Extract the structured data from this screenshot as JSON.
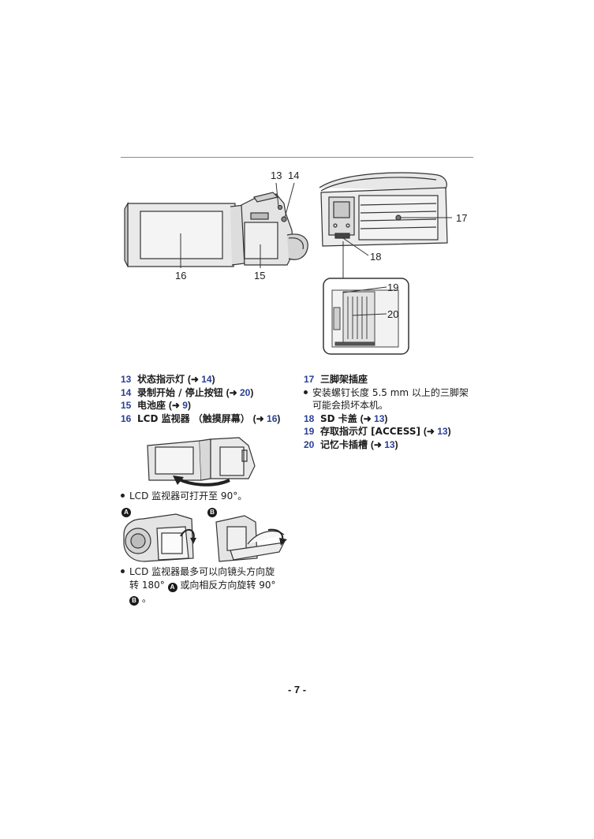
{
  "figure_labels": {
    "n13": "13",
    "n14": "14",
    "n15": "15",
    "n16": "16",
    "n17": "17",
    "n18": "18",
    "n19": "19",
    "n20": "20"
  },
  "parts_left": [
    {
      "num": "13",
      "text": "状态指示灯",
      "ref_num": "14"
    },
    {
      "num": "14",
      "text": "录制开始 / 停止按钮",
      "ref_num": "20"
    },
    {
      "num": "15",
      "text": "电池座",
      "ref_num": "9"
    },
    {
      "num": "16",
      "text": "LCD 监视器 （触摸屏幕）",
      "ref_num": "16"
    }
  ],
  "parts_right": {
    "item17": {
      "num": "17",
      "text": "三脚架插座"
    },
    "item17_note_line1": "安装螺钉长度 5.5 mm 以上的三脚架",
    "item17_note_line2": "可能会损坏本机。",
    "items": [
      {
        "num": "18",
        "text": "SD 卡盖",
        "ref_num": "13"
      },
      {
        "num": "19",
        "text": "存取指示灯 [ACCESS]",
        "ref_num": "13"
      },
      {
        "num": "20",
        "text": "记忆卡插槽",
        "ref_num": "13"
      }
    ]
  },
  "ref_arrow": "➜",
  "note_open": "LCD 监视器可打开至 90°。",
  "badge_a": "A",
  "badge_b": "B",
  "note_rotate": {
    "line1": "LCD 监视器最多可以向镜头方向旋",
    "line2_pre": "转 180°",
    "line2_post": "或向相反方向旋转 90°",
    "line3_post": "。"
  },
  "page_number": "- 7 -"
}
